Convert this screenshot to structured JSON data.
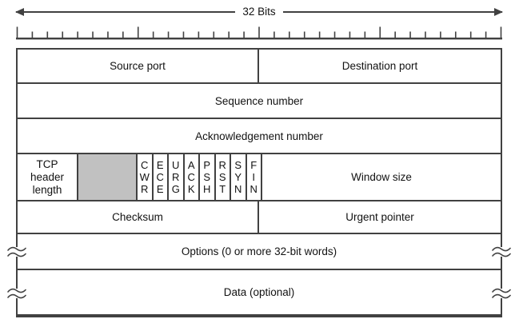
{
  "header": {
    "width_label": "32 Bits"
  },
  "ruler": {
    "tick_count": 32,
    "major_every": 8
  },
  "colors": {
    "line": "#414141",
    "text": "#121212",
    "reserved_fill": "#c1c1c1",
    "background": "#ffffff"
  },
  "fields": {
    "source_port": "Source port",
    "destination_port": "Destination port",
    "sequence_number": "Sequence number",
    "acknowledgement_number": "Acknowledgement number",
    "tcp_header_length": "TCP\nheader\nlength",
    "flags": [
      "C\nW\nR",
      "E\nC\nE",
      "U\nR\nG",
      "A\nC\nK",
      "P\nS\nH",
      "R\nS\nT",
      "S\nY\nN",
      "F\nI\nN"
    ],
    "window_size": "Window size",
    "checksum": "Checksum",
    "urgent_pointer": "Urgent pointer",
    "options": "Options (0 or more 32-bit words)",
    "data": "Data (optional)"
  }
}
